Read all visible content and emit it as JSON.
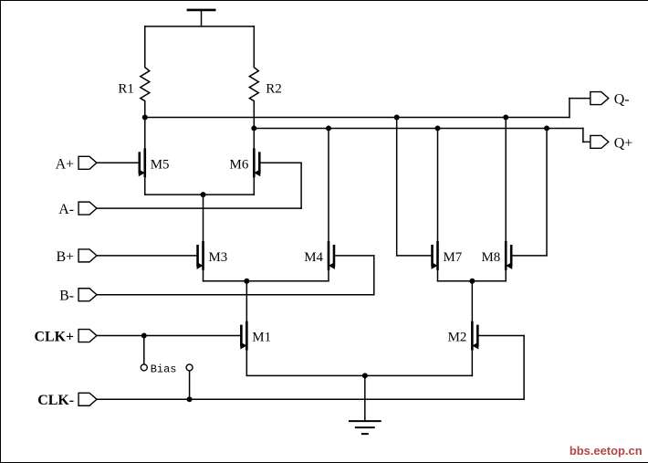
{
  "schematic": {
    "resistors": {
      "r1": "R1",
      "r2": "R2"
    },
    "transistors": {
      "m1": "M1",
      "m2": "M2",
      "m3": "M3",
      "m4": "M4",
      "m5": "M5",
      "m6": "M6",
      "m7": "M7",
      "m8": "M8"
    },
    "input_ports": {
      "a_plus": "A+",
      "a_minus": "A-",
      "b_plus": "B+",
      "b_minus": "B-",
      "clk_plus": "CLK+",
      "clk_minus": "CLK-"
    },
    "output_ports": {
      "q_minus": "Q-",
      "q_plus": "Q+"
    },
    "bias_label": "Bias",
    "watermark": "bbs.eetop.cn",
    "colors": {
      "line": "#000000",
      "background": "#ffffff",
      "watermark": "#a83232"
    }
  }
}
